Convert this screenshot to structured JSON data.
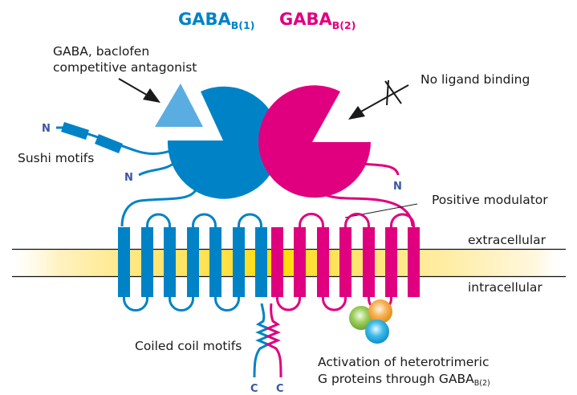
{
  "colors": {
    "gaba_b1": "#0083c6",
    "gaba_b2": "#e0007f",
    "ligand": "#5aade0",
    "membrane": "#ffdc00",
    "terminal_label": "#3a55a4",
    "g_alpha": "#7fbf3f",
    "g_beta": "#f5a623",
    "g_gamma": "#1ea9e1",
    "text": "#1a1a1a"
  },
  "titles": {
    "b1": {
      "main": "GABA",
      "sub": "B(1)"
    },
    "b2": {
      "main": "GABA",
      "sub": "B(2)"
    }
  },
  "labels": {
    "agonist_line1": "GABA, baclofen",
    "agonist_line2": "competitive antagonist",
    "no_ligand": "No ligand binding",
    "sushi": "Sushi motifs",
    "positive_modulator": "Positive modulator",
    "extracellular": "extracellular",
    "intracellular": "intracellular",
    "coiled_coil": "Coiled coil motifs",
    "activation_line1": "Activation of heterotrimeric",
    "activation_line2_main": "G proteins through GABA",
    "activation_line2_sub": "B(2)"
  },
  "terminals": {
    "n": "N",
    "c": "C"
  },
  "transmembrane_helices": {
    "b1_count": 7,
    "b2_count": 7
  }
}
